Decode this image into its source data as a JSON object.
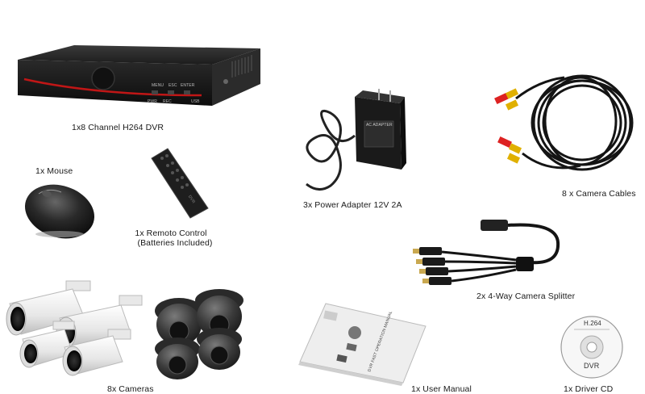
{
  "items": {
    "dvr": {
      "label": "1x8 Channel H264 DVR",
      "buttons": [
        "MENU",
        "ESC",
        "ENTER"
      ],
      "front_labels": [
        "PWR",
        "REC",
        "USB"
      ]
    },
    "mouse": {
      "label": "1x Mouse"
    },
    "remote": {
      "label_line1": "1x Remoto Control",
      "label_line2": "(Batteries Included)",
      "brand": "DVR"
    },
    "power_adapter": {
      "label": "3x Power Adapter  12V 2A",
      "sticker_text": "AC ADAPTER"
    },
    "camera_cables": {
      "label": "8 x Camera Cables"
    },
    "splitter": {
      "label": "2x 4-Way Camera Splitter"
    },
    "cameras": {
      "label": "8x Cameras"
    },
    "user_manual": {
      "label": "1x User Manual",
      "cover_text": "DVR FAST OPERATION MANUAL"
    },
    "driver_cd": {
      "label": "1x  Driver CD",
      "disc_top": "H.264",
      "disc_bottom": "DVR"
    }
  }
}
